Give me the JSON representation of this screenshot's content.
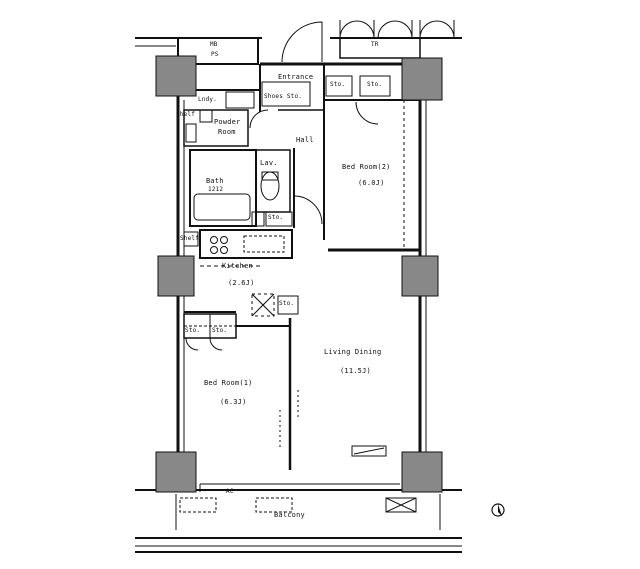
{
  "floorplan": {
    "labels": {
      "mb_ps_1": "MB",
      "mb_ps_2": "PS",
      "tr": "TR",
      "entrance": "Entrance",
      "shoes_sto": "Shoes Sto.",
      "sto_entrance_1": "Sto.",
      "sto_entrance_2": "Sto.",
      "powder_room_1": "Powder",
      "powder_room_2": "Room",
      "shelf_powder": "Shelf",
      "lndy": "Lndy.",
      "hall": "Hall",
      "lav": "Lav.",
      "bath_1": "Bath",
      "bath_2": "1212",
      "bedroom2_name": "Bed Room(2)",
      "bedroom2_size": "(6.0J)",
      "kitchen_name": "Kitchen",
      "kitchen_size": "(2.6J)",
      "shelf_kitchen": "Shelf",
      "sto_kitchen": "Sto.",
      "sto_bed1_a": "Sto.",
      "sto_bed1_b": "Sto.",
      "sto_hall": "Sto.",
      "living_name": "Living Dining",
      "living_size": "(11.5J)",
      "bedroom1_name": "Bed Room(1)",
      "bedroom1_size": "(6.3J)",
      "balcony": "Balcony",
      "ac": "AC"
    }
  }
}
